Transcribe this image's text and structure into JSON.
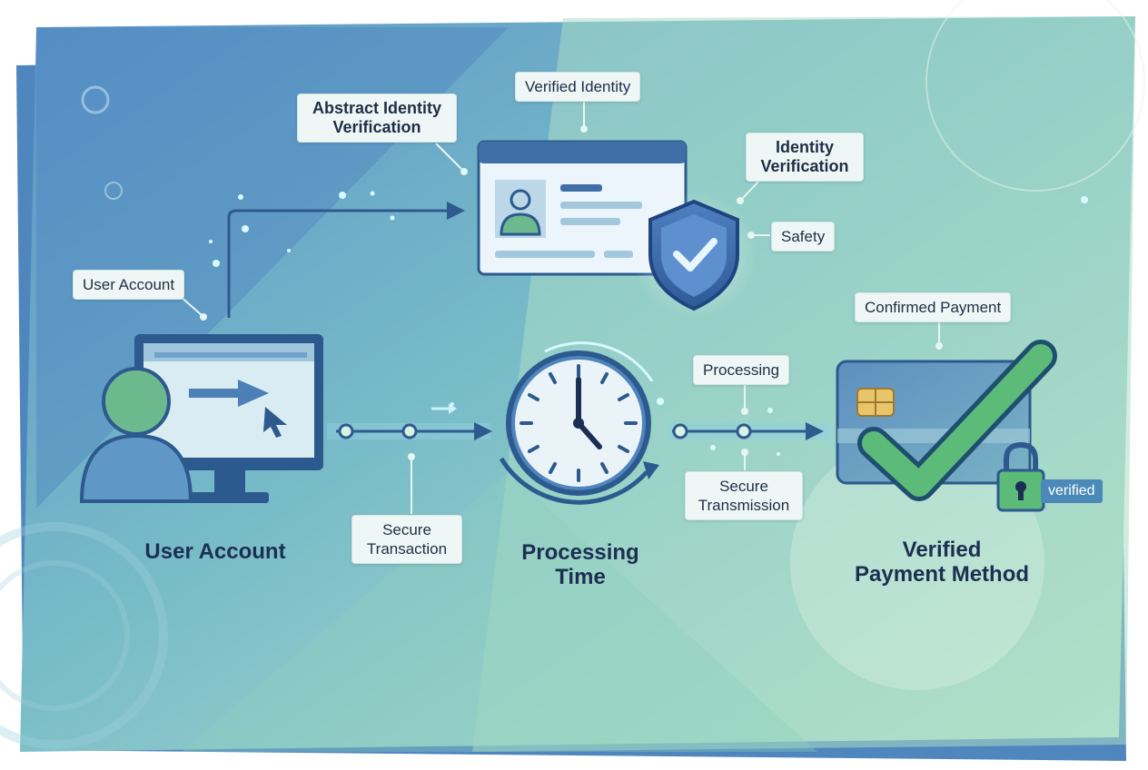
{
  "stages": {
    "user_account": "User Account",
    "processing_time_line1": "Processing",
    "processing_time_line2": "Time",
    "verified_payment_line1": "Verified",
    "verified_payment_line2": "Payment Method"
  },
  "callouts": {
    "user_account": "User Account",
    "abstract_identity_line1": "Abstract Identity",
    "abstract_identity_line2": "Verification",
    "verified_identity": "Verified Identity",
    "identity_verification_line1": "Identity",
    "identity_verification_line2": "Verification",
    "safety": "Safety",
    "confirmed_payment": "Confirmed Payment",
    "processing": "Processing",
    "secure_transaction_line1": "Secure",
    "secure_transaction_line2": "Transaction",
    "secure_transmission_line1": "Secure",
    "secure_transmission_line2": "Transmission"
  },
  "badge": {
    "verified": "verified"
  },
  "icons": {
    "user": "user-icon",
    "monitor": "monitor-icon",
    "cursor": "cursor-icon",
    "id_card": "id-card-icon",
    "shield": "shield-check-icon",
    "clock": "clock-icon",
    "credit_card": "credit-card-icon",
    "checkmark": "checkmark-icon",
    "padlock": "padlock-icon"
  },
  "colors": {
    "navy": "#1c2f52",
    "blue": "#3f6fa6",
    "teal": "#7cc7c0",
    "green": "#5dbb79",
    "light": "#eef7f6"
  }
}
